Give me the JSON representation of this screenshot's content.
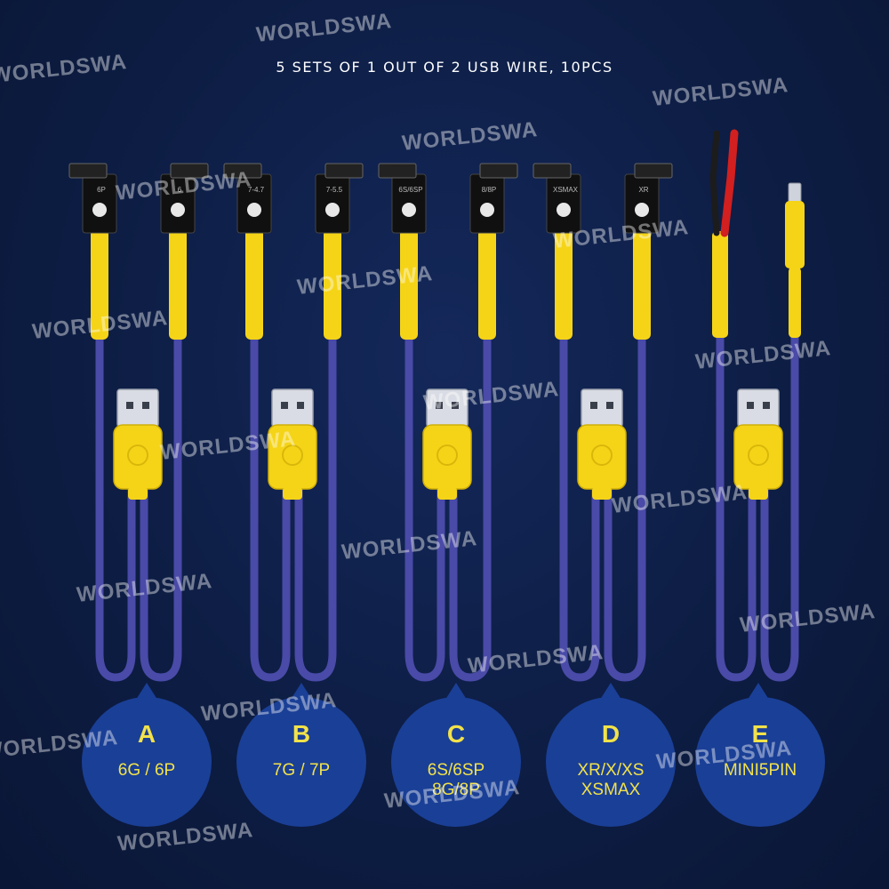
{
  "headline": "5 SETS OF 1 OUT OF 2 USB WIRE, 10PCS",
  "colors": {
    "background": "#0d1d44",
    "cable": "#4a4aa8",
    "sleeve": "#f5d418",
    "badge": "#1a3f96",
    "badge_text": "#f2e24a"
  },
  "sets": [
    {
      "letter": "A",
      "model": "6G / 6P",
      "connector_labels": [
        "6P",
        "6"
      ]
    },
    {
      "letter": "B",
      "model": "7G / 7P",
      "connector_labels": [
        "7-4.7",
        "7-5.5"
      ]
    },
    {
      "letter": "C",
      "model": "6S/6SP\n8G/8P",
      "connector_labels": [
        "6S/6SP",
        "8/8P"
      ]
    },
    {
      "letter": "D",
      "model": "XR/X/XS\nXSMAX",
      "connector_labels": [
        "XSMAX",
        "XR"
      ]
    },
    {
      "letter": "E",
      "model": "MINI5PIN",
      "connector_labels": []
    }
  ],
  "watermark": "WORLDSWA"
}
